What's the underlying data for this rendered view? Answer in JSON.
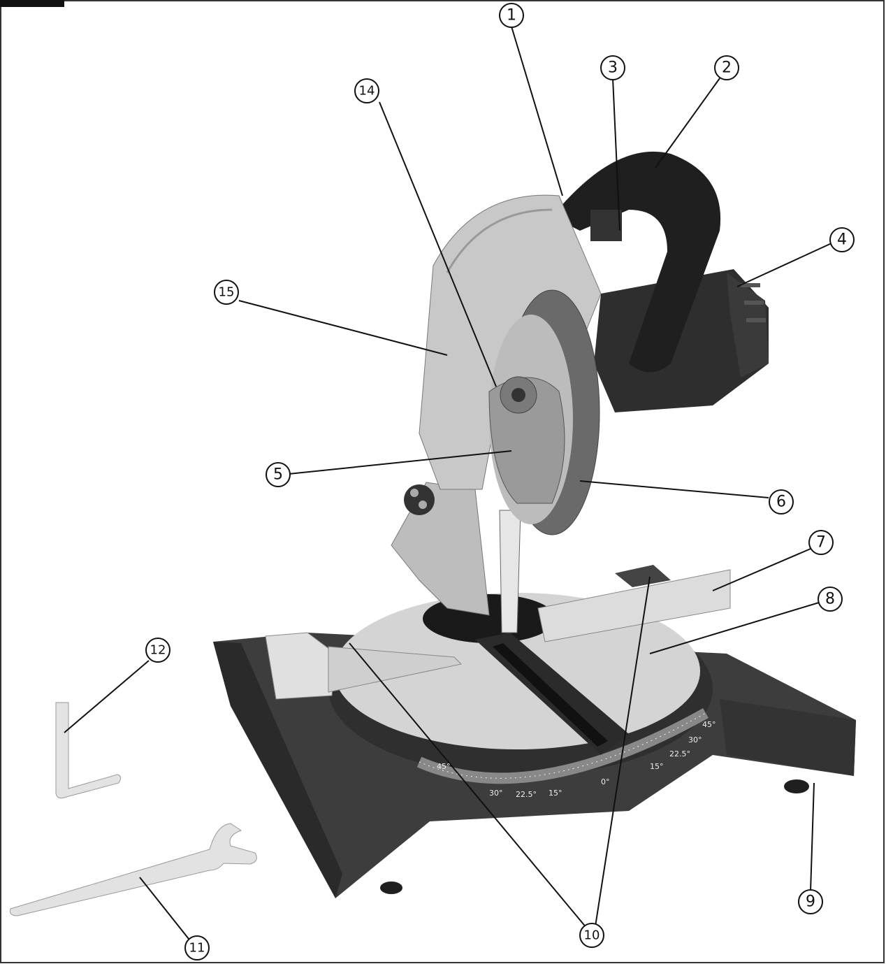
{
  "diagram": {
    "subject": "miter-saw",
    "callouts": [
      {
        "id": "c1",
        "label": "1"
      },
      {
        "id": "c2",
        "label": "2"
      },
      {
        "id": "c3",
        "label": "3"
      },
      {
        "id": "c4",
        "label": "4"
      },
      {
        "id": "c5",
        "label": "5"
      },
      {
        "id": "c6",
        "label": "6"
      },
      {
        "id": "c7",
        "label": "7"
      },
      {
        "id": "c8",
        "label": "8"
      },
      {
        "id": "c9",
        "label": "9"
      },
      {
        "id": "c10",
        "label": "10"
      },
      {
        "id": "c11",
        "label": "11"
      },
      {
        "id": "c12",
        "label": "12"
      },
      {
        "id": "c14",
        "label": "14"
      },
      {
        "id": "c15",
        "label": "15"
      }
    ],
    "bevel_scale_labels": [
      "45°",
      "30°",
      "22.5°",
      "15°",
      "0°",
      "15°",
      "22.5°",
      "30°",
      "45°"
    ]
  }
}
